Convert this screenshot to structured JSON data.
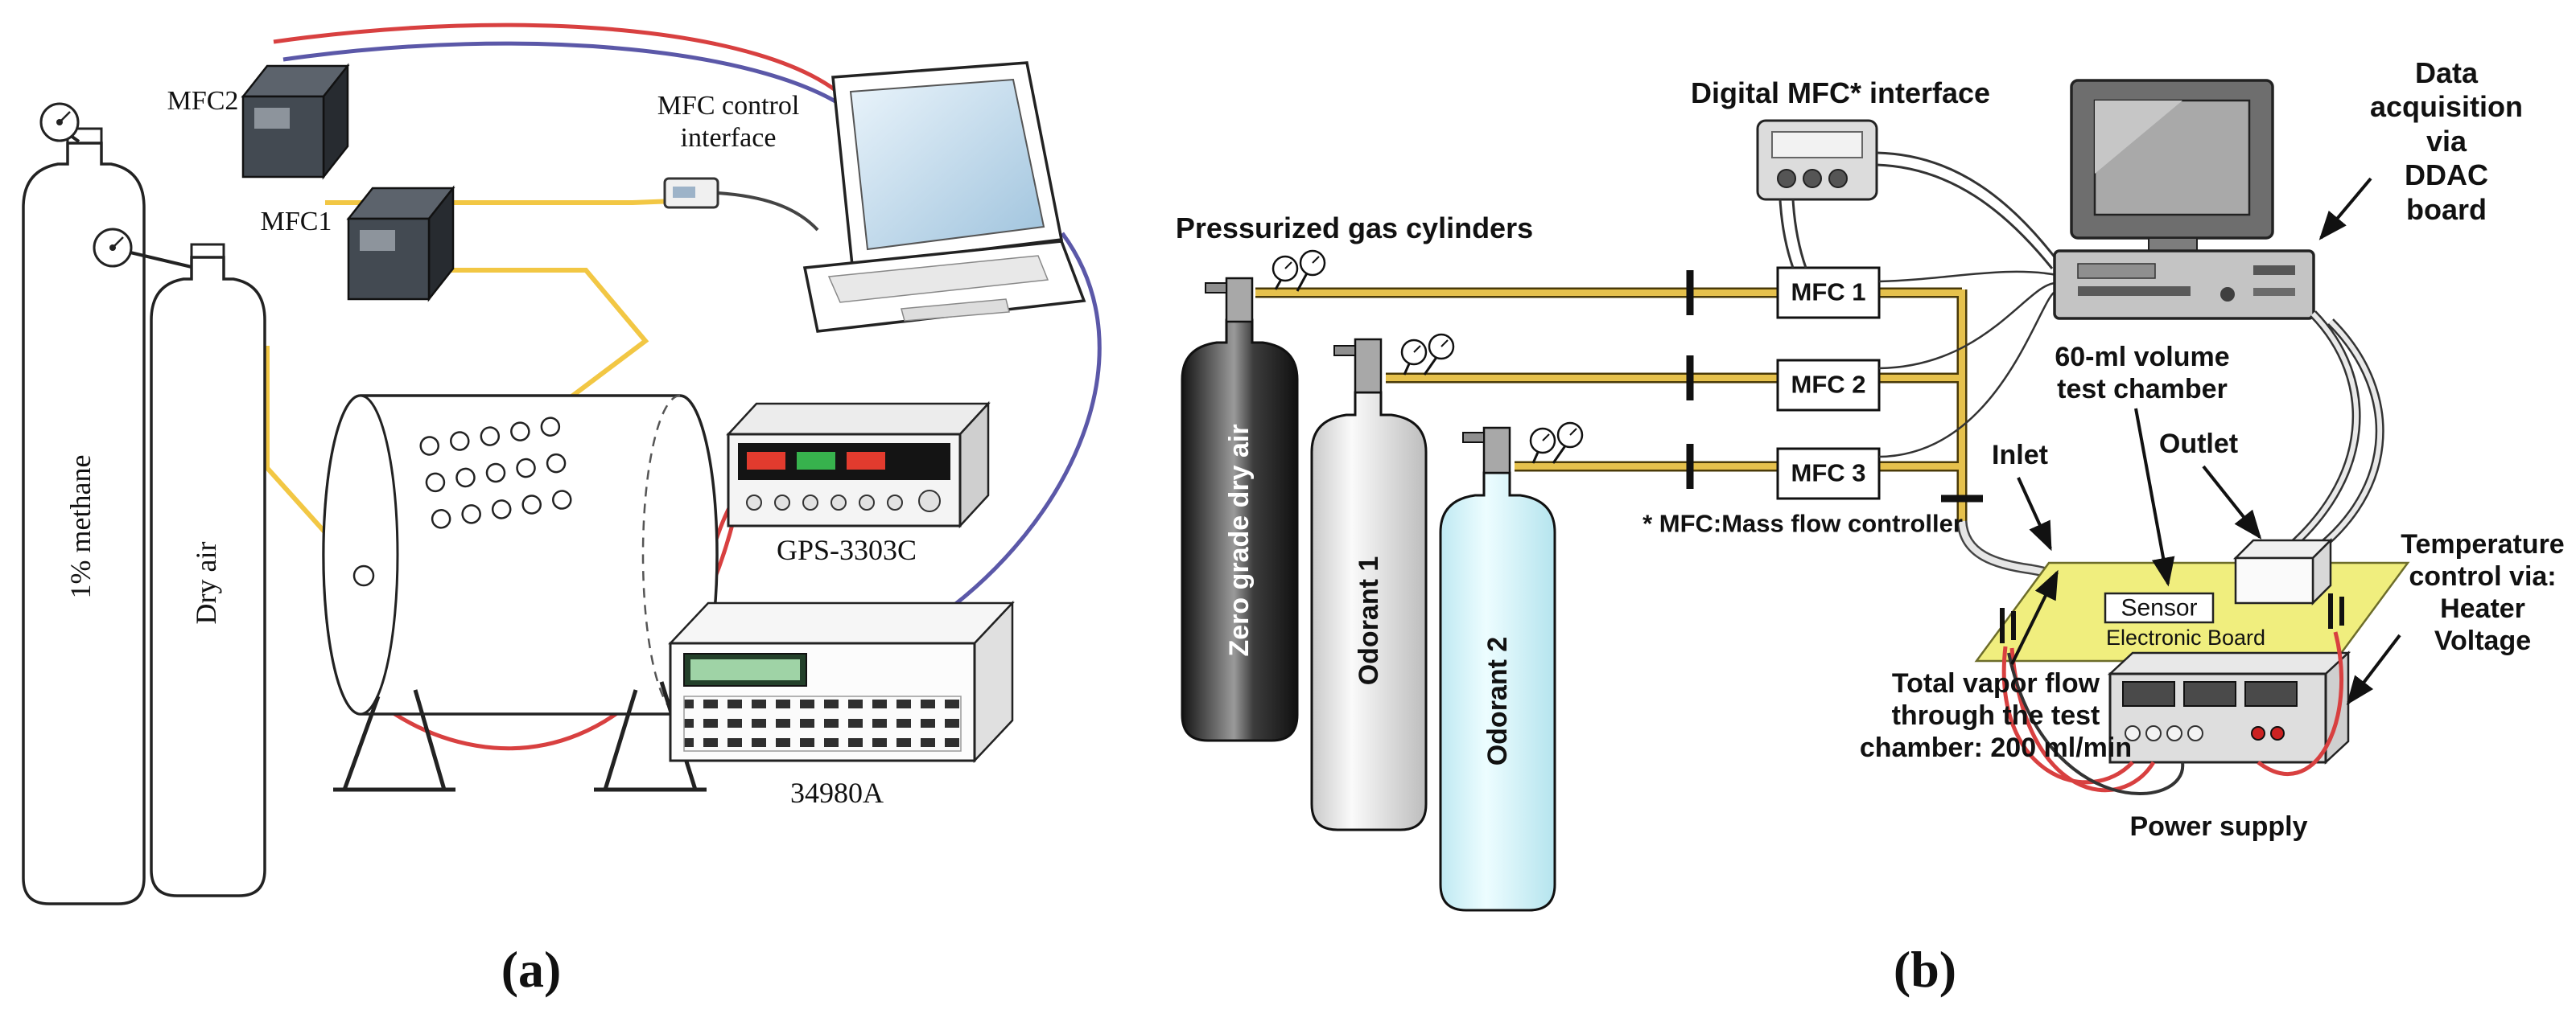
{
  "panel_a": {
    "caption": "(a)",
    "labels": {
      "methane": "1% methane",
      "dry_air": "Dry air",
      "mfc2": "MFC2",
      "mfc1": "MFC1",
      "mfc_control_interface": "MFC control\ninterface",
      "gps_power_supply": "GPS-3303C",
      "daq_unit": "34980A"
    }
  },
  "panel_b": {
    "caption": "(b)",
    "labels": {
      "pressurized_cylinders": "Pressurized gas cylinders",
      "digital_mfc_interface": "Digital MFC* interface",
      "data_acquisition": "Data acquisition via\nDDAC board",
      "zero_grade_dry_air": "Zero grade dry air",
      "odorant_1": "Odorant 1",
      "odorant_2": "Odorant 2",
      "mfc_1": "MFC 1",
      "mfc_2": "MFC 2",
      "mfc_3": "MFC 3",
      "mfc_footnote": "* MFC:Mass flow controller",
      "test_chamber": "60-ml volume\ntest chamber",
      "inlet": "Inlet",
      "outlet": "Outlet",
      "sensor": "Sensor",
      "electronic_board": "Electronic Board",
      "vapor_flow": "Total vapor flow\nthrough the test\nchamber: 200 ml/min",
      "temperature_control": "Temperature\ncontrol via:\nHeater Voltage",
      "power_supply": "Power supply"
    }
  },
  "colors": {
    "board": "#f0ee7e",
    "tube_gold": "#e6c14c",
    "wire_red": "#d84040",
    "wire_blue": "#5b58a8",
    "wire_yellow": "#f2c744",
    "odorant2_fill": "#cdeef6"
  }
}
